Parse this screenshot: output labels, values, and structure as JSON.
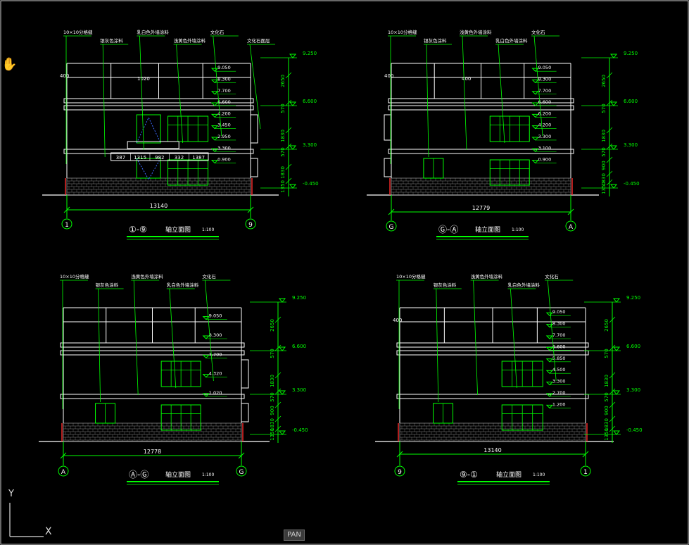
{
  "ui": {
    "mode_label": "PAN",
    "axis_y": "Y",
    "axis_x": "X",
    "cursor_icon": "hand-pan-icon"
  },
  "colors": {
    "dim": "#00ff00",
    "wall": "#ffffff",
    "ground": "#ffffff",
    "brick": "#8a8a8a",
    "title_underline": "#00ff00",
    "accent_red": "#ff2a2a"
  },
  "drawings": [
    {
      "id": "e19",
      "title": "①-⑨",
      "title_suffix": "轴立面图",
      "scale": "1:100",
      "overall_dim": "13140",
      "axis_left": "1",
      "axis_right": "9",
      "elev_values": [
        "9.250",
        "6.600",
        "3.300",
        "-0.450"
      ],
      "inner_elev": [
        "9.050",
        "8.300",
        "7.700",
        "6.600",
        "4.200",
        "3.450",
        "2.950",
        "3.300",
        "0.900"
      ],
      "side_dims": [
        "2650",
        "570",
        "1830",
        "570",
        "1830",
        "1350"
      ],
      "segment_dims": [
        "387",
        "1315",
        "982",
        "332",
        "1387"
      ],
      "small_dims": [
        "400",
        "1020"
      ],
      "notes": [
        "10×10分格缝",
        "银灰色涂料",
        "乳白色外墙涂料",
        "浅黄色外墙涂料",
        "文化石",
        "文化石面层"
      ]
    },
    {
      "id": "eGA",
      "title": "Ⓖ-Ⓐ",
      "title_suffix": "轴立面图",
      "scale": "1:100",
      "overall_dim": "12779",
      "axis_left": "G",
      "axis_right": "A",
      "elev_values": [
        "9.250",
        "6.600",
        "3.300",
        "-0.450"
      ],
      "inner_elev": [
        "9.050",
        "8.300",
        "7.700",
        "6.600",
        "6.200",
        "4.200",
        "3.300",
        "3.100",
        "0.900"
      ],
      "side_dims": [
        "2650",
        "570",
        "1830",
        "570",
        "900",
        "1830",
        "1350"
      ],
      "segment_dims": [],
      "small_dims": [
        "400",
        "400"
      ],
      "notes": [
        "10×10分格缝",
        "银灰色涂料",
        "浅黄色外墙涂料",
        "乳白色外墙涂料",
        "文化石"
      ]
    },
    {
      "id": "eAG",
      "title": "Ⓐ-Ⓖ",
      "title_suffix": "轴立面图",
      "scale": "1:100",
      "overall_dim": "12778",
      "axis_left": "A",
      "axis_right": "G",
      "elev_values": [
        "9.250",
        "6.600",
        "3.300",
        "-0.450"
      ],
      "inner_elev": [
        "9.050",
        "8.300",
        "7.700",
        "4.320",
        "1.020"
      ],
      "side_dims": [
        "2650",
        "570",
        "1830",
        "570",
        "900",
        "1830",
        "1350"
      ],
      "segment_dims": [],
      "small_dims": [],
      "notes": [
        "10×10分格缝",
        "银灰色涂料",
        "浅黄色外墙涂料",
        "乳白色外墙涂料",
        "文化石"
      ]
    },
    {
      "id": "e91",
      "title": "⑨-①",
      "title_suffix": "轴立面图",
      "scale": "1:100",
      "overall_dim": "13140",
      "axis_left": "9",
      "axis_right": "1",
      "elev_values": [
        "9.250",
        "6.600",
        "3.300",
        "-0.450"
      ],
      "inner_elev": [
        "9.050",
        "8.300",
        "7.700",
        "6.600",
        "5.850",
        "4.500",
        "3.300",
        "2.700",
        "1.200"
      ],
      "side_dims": [
        "2650",
        "570",
        "1830",
        "570",
        "900",
        "1830",
        "1350"
      ],
      "segment_dims": [],
      "small_dims": [
        "400"
      ],
      "notes": [
        "10×10分格缝",
        "银灰色涂料",
        "浅黄色外墙涂料",
        "乳白色外墙涂料",
        "文化石"
      ]
    }
  ]
}
